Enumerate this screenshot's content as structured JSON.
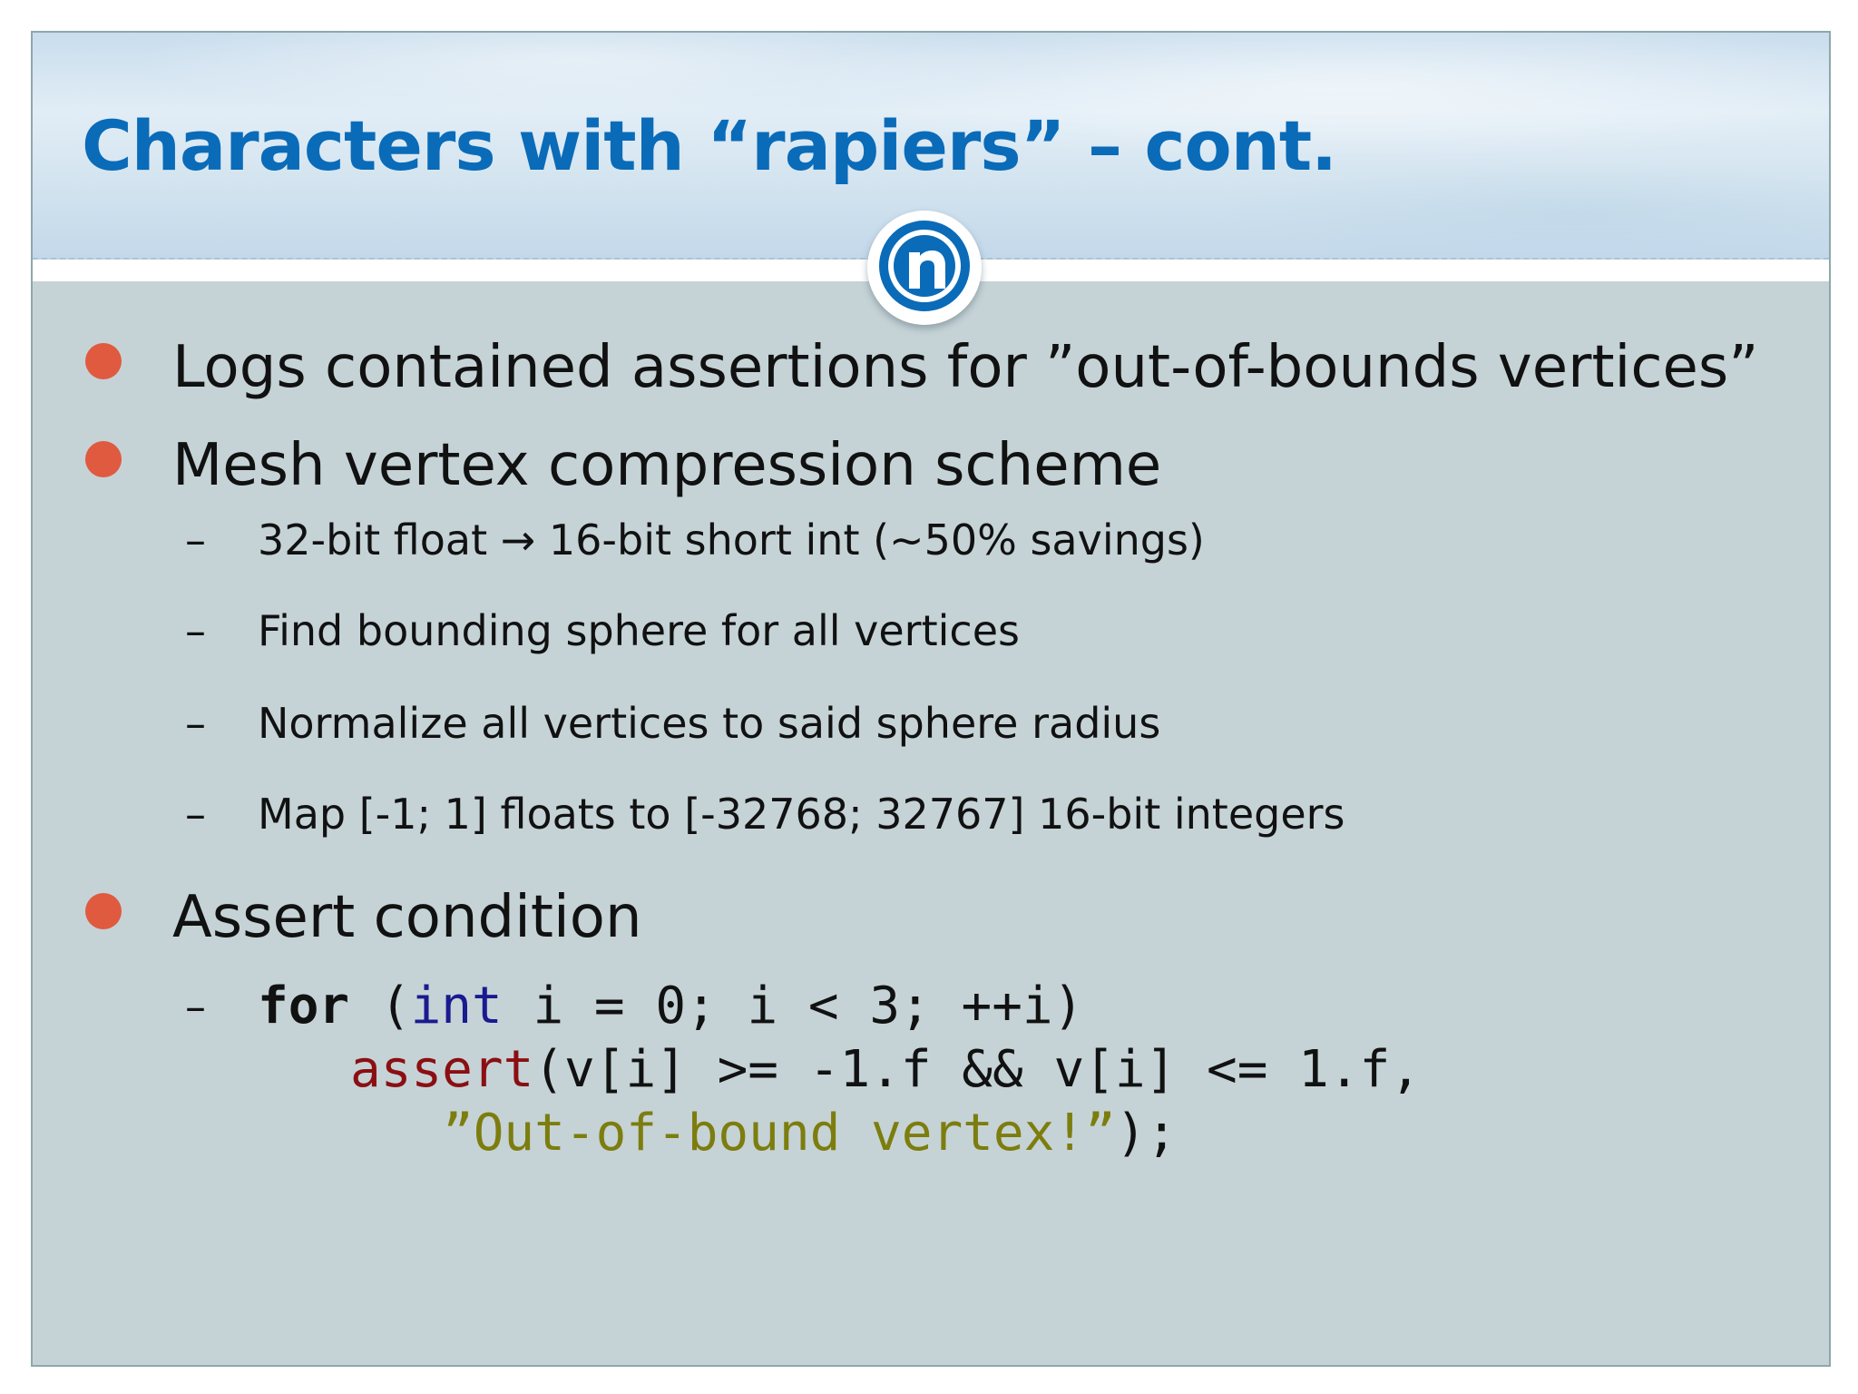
{
  "slide": {
    "title": "Characters with “rapiers” – cont.",
    "logo_icon": "nvidia-n-logo",
    "bullets": [
      "Logs contained assertions for ”out-of-bounds vertices”",
      "Mesh vertex compression scheme",
      "Assert condition"
    ],
    "sub_dash": "–",
    "sub_items": [
      "32-bit float → 16-bit short int (~50% savings)",
      "Find bounding sphere for all vertices",
      "Normalize all vertices to said sphere radius",
      "Map [-1; 1] floats to [-32768; 32767] 16-bit integers"
    ],
    "code": {
      "line1": {
        "keyword_for": "for",
        "paren_open": " (",
        "type_int": "int",
        "rest": " i = 0; i < 3; ++i)"
      },
      "line2": {
        "fn_assert": "assert",
        "rest": "(v[i] >= -1.f && v[i] <= 1.f,"
      },
      "line3": {
        "string": "”Out-of-bound vertex!”",
        "rest": ");"
      }
    },
    "colors": {
      "title": "#0a6bb8",
      "bullet_dot": "#e05a3f",
      "background": "#c5d3d7",
      "code_type": "#1a1a8f",
      "code_function": "#8b0f12",
      "code_string": "#7d7d0e"
    }
  }
}
